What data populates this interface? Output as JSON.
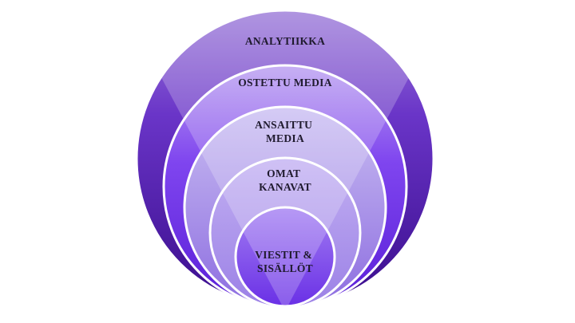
{
  "diagram": {
    "layers": [
      {
        "id": "analytiikka",
        "lines": [
          "ANALYTIIKKA"
        ]
      },
      {
        "id": "ostettu-media",
        "lines": [
          "OSTETTU MEDIA"
        ]
      },
      {
        "id": "ansaittu-media",
        "lines": [
          "ANSAITTU",
          "MEDIA"
        ]
      },
      {
        "id": "omat-kanavat",
        "lines": [
          "OMAT",
          "KANAVAT"
        ]
      },
      {
        "id": "viestit-sisallot",
        "lines": [
          "VIESTIT &",
          "SISÄLLÖT"
        ]
      }
    ],
    "colors": {
      "outer_rim": "#4a1aa0",
      "ring_2": "#6a2fe6",
      "ring_3": "#9b7fe6",
      "ring_4": "#a58be9",
      "core": "#7d45ea",
      "cone_light": "#ffffff",
      "border": "#ffffff"
    }
  }
}
